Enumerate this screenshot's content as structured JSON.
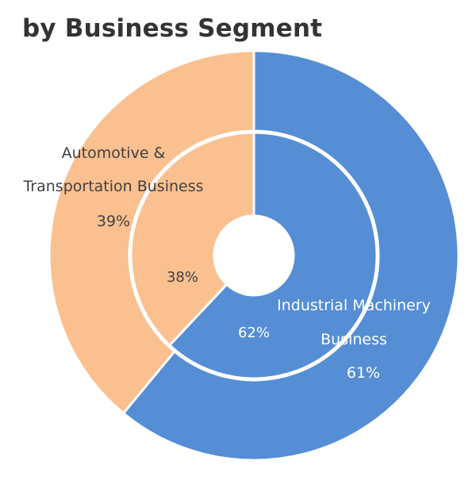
{
  "chart_data": {
    "type": "pie",
    "title": "by Business Segment",
    "rings": [
      {
        "ring": "inner",
        "slices": [
          {
            "label": "Industrial Machinery Business",
            "value": 62,
            "display": "62%",
            "color": "#558ed5"
          },
          {
            "label": "Automotive & Transportation Business",
            "value": 38,
            "display": "38%",
            "color": "#fac090"
          }
        ]
      },
      {
        "ring": "outer",
        "slices": [
          {
            "label": "Industrial Machinery Business",
            "value": 61,
            "display": "61%",
            "color": "#558ed5"
          },
          {
            "label": "Automotive & Transportation Business",
            "value": 39,
            "display": "39%",
            "color": "#fac090"
          }
        ]
      }
    ],
    "category_labels": {
      "industrial": [
        "Industrial Machinery",
        "Business"
      ],
      "automotive": [
        "Automotive &",
        "Transportation Business"
      ]
    },
    "label_colors": {
      "industrial": "#ffffff",
      "automotive": "#404040"
    },
    "divider_color": "#ffffff"
  }
}
